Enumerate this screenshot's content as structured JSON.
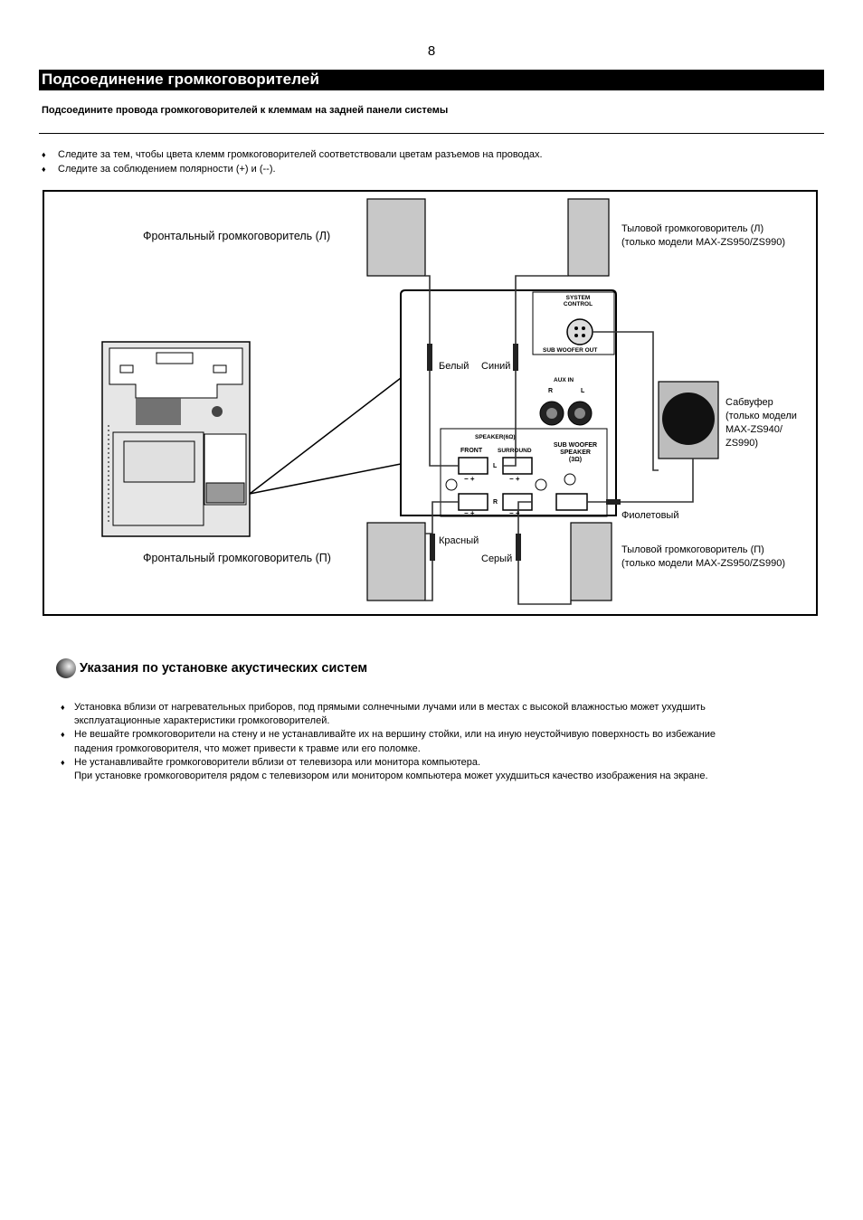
{
  "page_number": "8",
  "title": "Подсоединение громкоговорителей",
  "subtitle": "Подсоедините провода громкоговорителей к клеммам на задней панели системы",
  "bullets": [
    "Следите за тем, чтобы цвета клемм громкоговорителей соответствовали цветам разъемов на проводах.",
    "Следите за соблюдением полярности (+) и (--)."
  ],
  "diagram": {
    "front_left": "Фронтальный громкоговоритель (Л)",
    "front_right": "Фронтальный громкоговоритель (П)",
    "rear_left_1": "Тыловой громкоговоритель (Л)",
    "rear_left_2": "(только модели MAX-ZS950/ZS990)",
    "rear_right_1": "Тыловой громкоговоритель (П)",
    "rear_right_2": "(только модели MAX-ZS950/ZS990)",
    "subwoofer_1": "Сабвуфер",
    "subwoofer_2": "(только модели",
    "subwoofer_3": "MAX-ZS940/",
    "subwoofer_4": "ZS990)",
    "white": "Белый",
    "blue": "Синий",
    "red": "Красный",
    "gray": "Серый",
    "violet": "Фиолетовый",
    "panel": {
      "system_control_1": "SYSTEM",
      "system_control_2": "CONTROL",
      "sub_woofer_out": "SUB WOOFER OUT",
      "aux_in": "AUX IN",
      "aux_r": "R",
      "aux_l": "L",
      "speaker_header": "SPEAKER(6Ω)",
      "front": "FRONT",
      "surround": "SURROUND",
      "sub_woofer_speaker_1": "SUB WOOFER",
      "sub_woofer_speaker_2": "SPEAKER",
      "sub_woofer_speaker_3": "(3Ω)",
      "ch_l": "L",
      "ch_r": "R",
      "minus_plus": "−  +"
    }
  },
  "section_title": "Указания по установке акустических систем",
  "notes": [
    [
      "Установка вблизи от нагревательных приборов, под прямыми солнечными лучами или в местах с высокой влажностью может ухудшить",
      "эксплуатационные характеристики громкоговорителей."
    ],
    [
      "Не вешайте громкоговорители на стену и не устанавливайте их на вершину стойки, или на иную неустойчивую поверхность во избежание",
      "падения громкоговорителя, что может привести к травме или его поломке."
    ],
    [
      "Не устанавливайте громкоговорители вблизи от телевизора или монитора компьютера.",
      "При установке громкоговорителя рядом с телевизором или монитором компьютера может ухудшиться качество изображения на экране."
    ]
  ],
  "colors": {
    "title_bar": "#000000",
    "speaker_fill": "#c8c8c8",
    "subwoofer_fill": "#bdbdbd"
  }
}
